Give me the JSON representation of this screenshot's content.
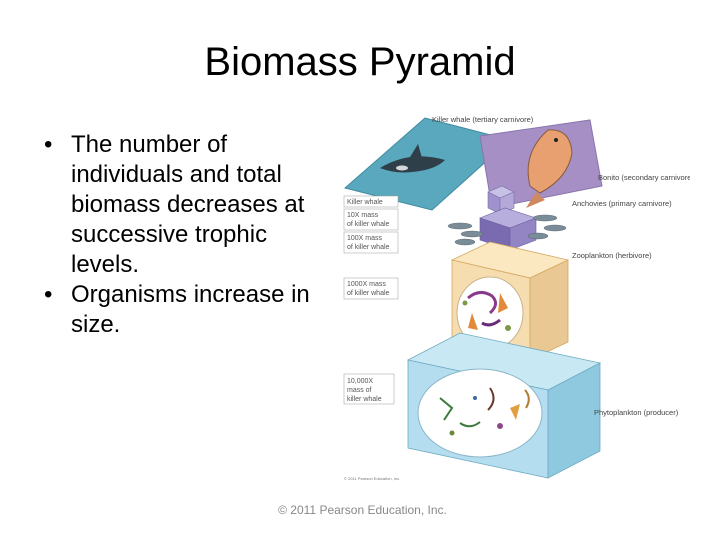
{
  "slide": {
    "title": "Biomass Pyramid",
    "bullets": [
      "The number of individuals and total biomass decreases at successive trophic levels.",
      "Organisms increase in size."
    ],
    "footer": "© 2011 Pearson Education, Inc."
  },
  "figure": {
    "trophic_labels": [
      "Killer whale (tertiary carnivore)",
      "Bonito (secondary carnivore)",
      "Anchovies (primary carnivore)",
      "Zooplankton (herbivore)",
      "Phytoplankton (producer)"
    ],
    "mass_boxes": [
      [
        "Killer whale"
      ],
      [
        "10X mass",
        "of killer whale"
      ],
      [
        "100X mass",
        "of killer whale"
      ],
      [
        "1000X mass",
        "of killer whale"
      ],
      [
        "10,000X",
        "mass of",
        "killer whale"
      ]
    ],
    "copyright_small": "© 2011 Pearson Education, Inc.",
    "colors": {
      "tertiary": "#5aa8bd",
      "secondary": "#a58fc4",
      "primary": "#7a6bb0",
      "zooplankton": "#f2d7a0",
      "phytoplankton": "#9fd3e6"
    }
  }
}
